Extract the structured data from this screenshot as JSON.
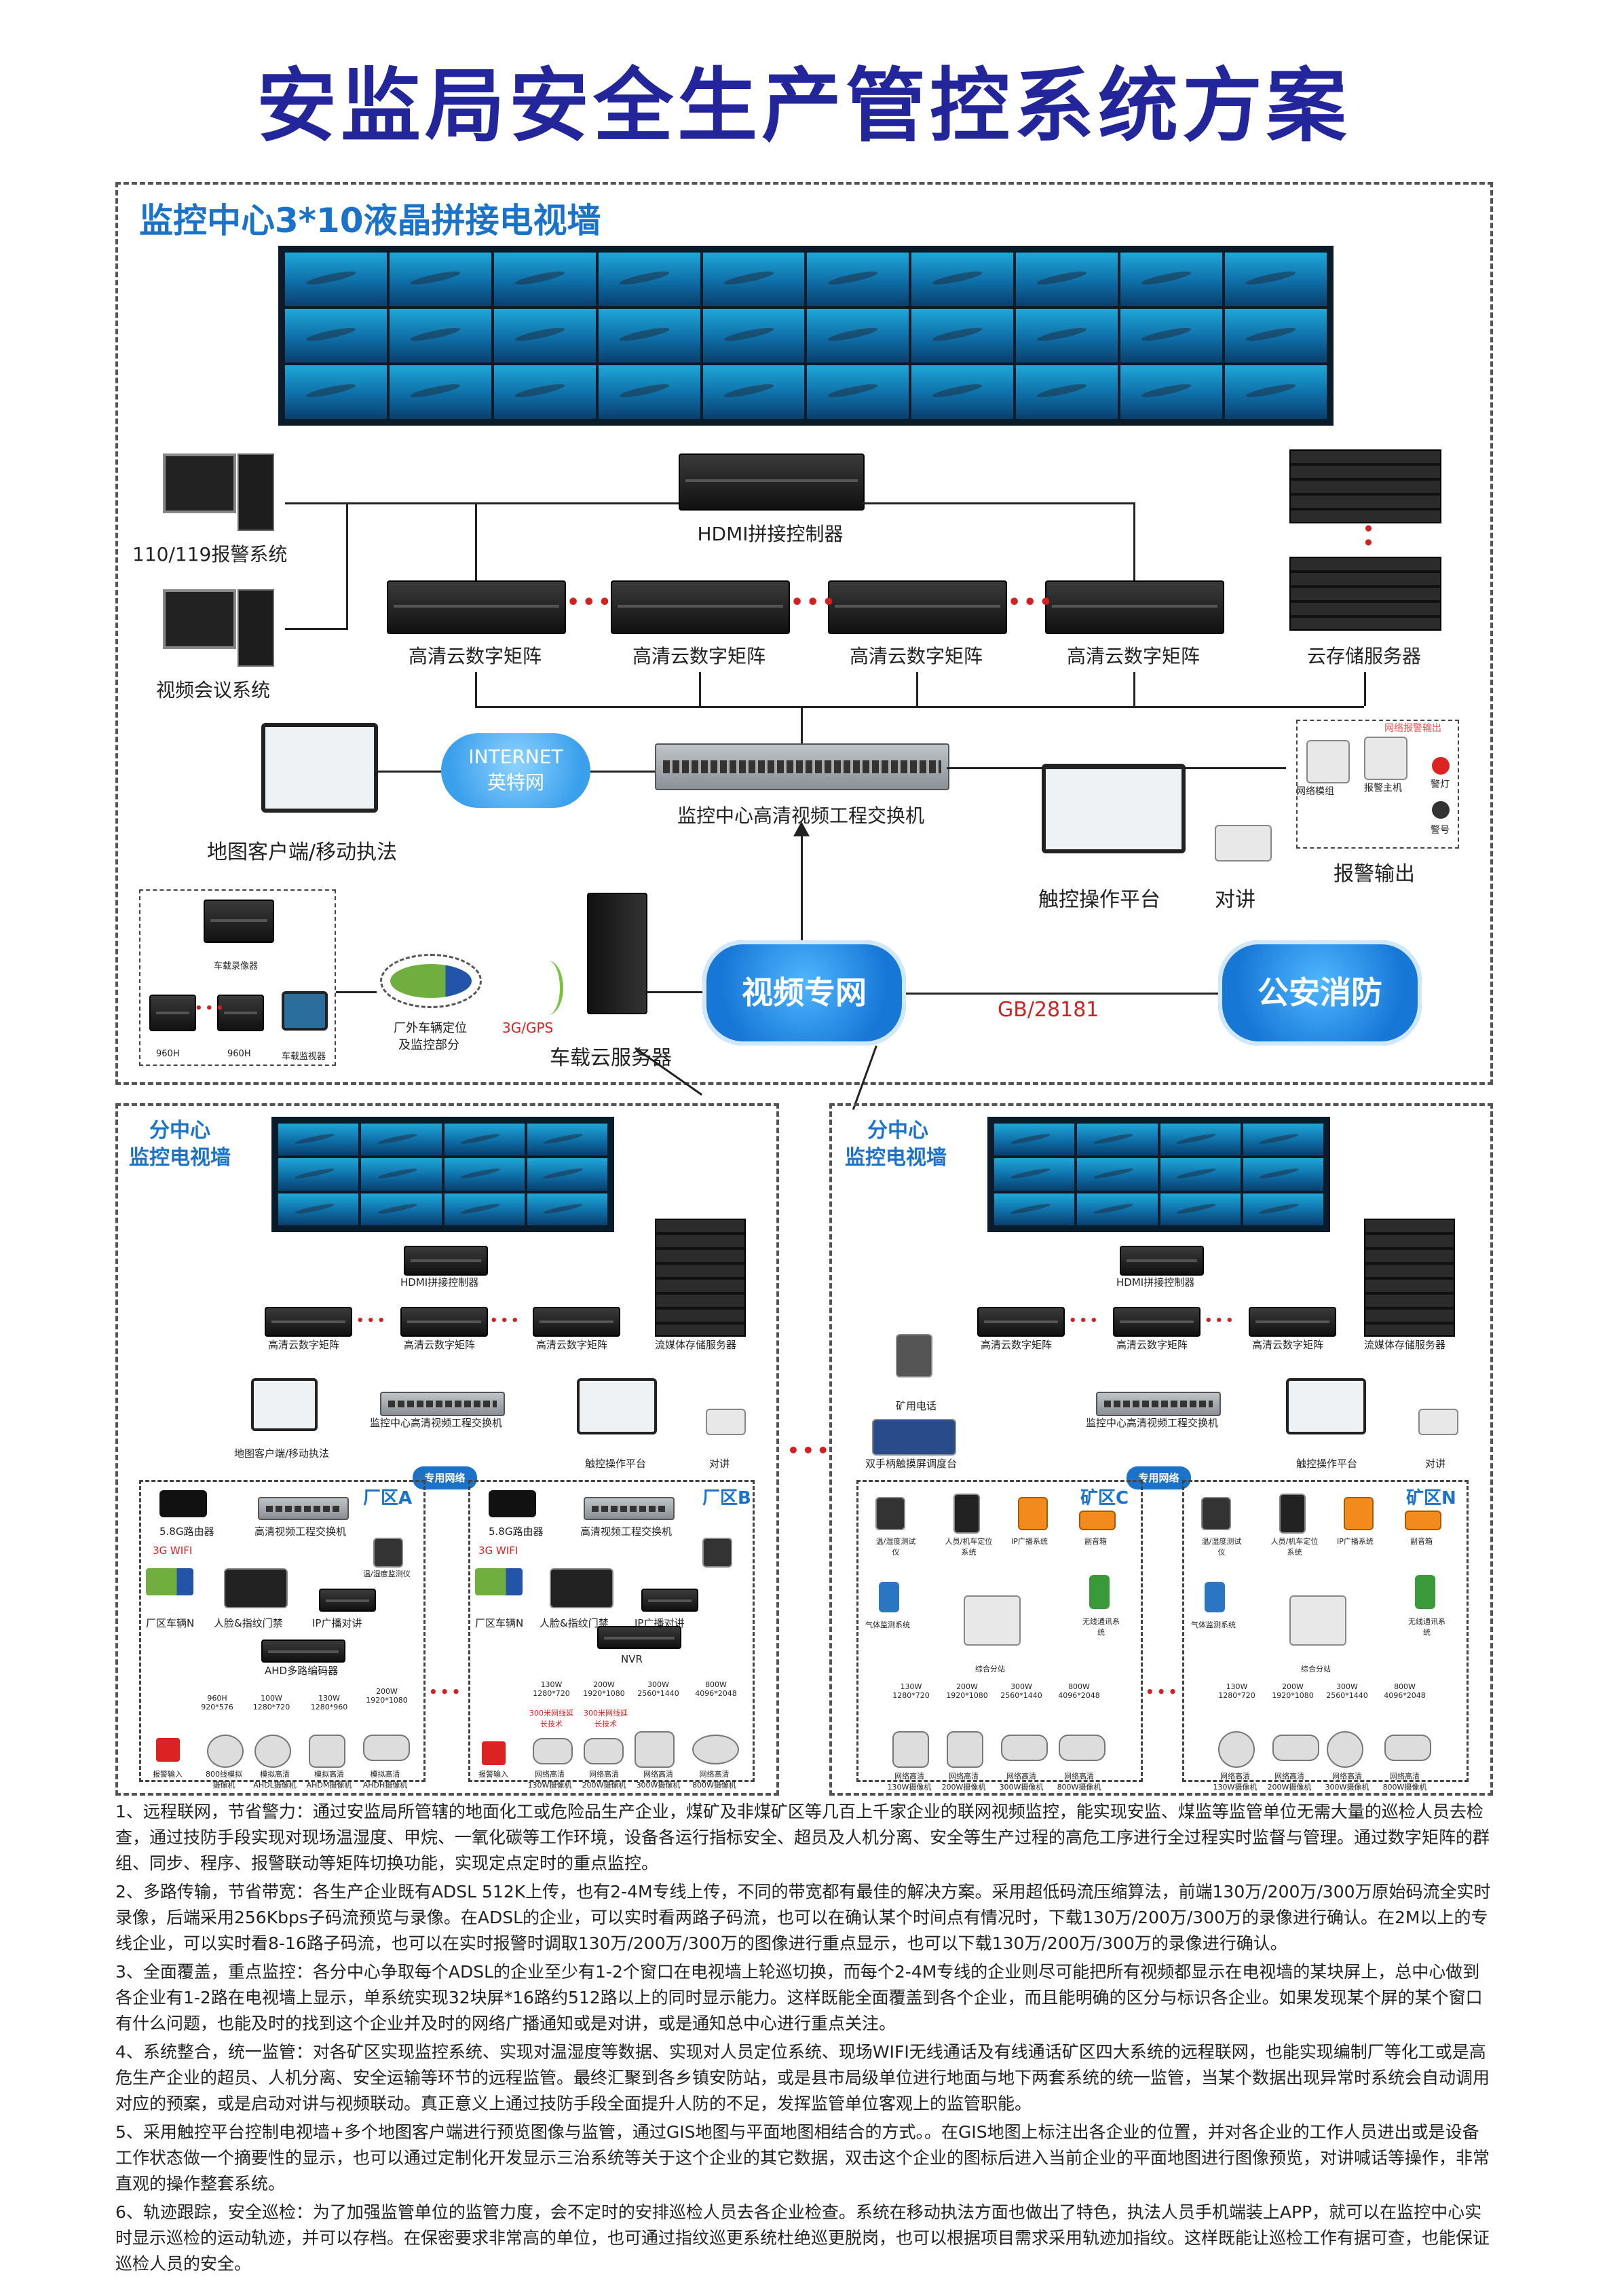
{
  "title": "安监局安全生产管控系统方案",
  "main": {
    "section_title": "监控中心3*10液晶拼接电视墙",
    "hdmi_controller": "HDMI拼接控制器",
    "pc1": "110/119报警系统",
    "pc2": "视频会议系统",
    "matrix": [
      "高清云数字矩阵",
      "高清云数字矩阵",
      "高清云数字矩阵",
      "高清云数字矩阵"
    ],
    "cloud_storage": "云存储服务器",
    "internet_line1": "INTERNET",
    "internet_line2": "英特网",
    "switch": "监控中心高清视频工程交换机",
    "map_client": "地图客户端/移动执法",
    "touch_platform": "触控操作平台",
    "intercom": "对讲",
    "alarm_output": "报警输出",
    "alarm_box_title": "网络报警输出",
    "alarm_items": [
      "网络模组",
      "报警主机",
      "警灯",
      "警号"
    ],
    "vehicle_label": "车载录像器",
    "cam_labels": [
      "960H",
      "960H",
      "车载监视器"
    ],
    "truck_label_1": "厂外车辆定位",
    "truck_label_2": "及监控部分",
    "gps": "3G/GPS",
    "vehicle_server": "车载云服务器",
    "video_net": "视频专网",
    "public_security": "公安消防",
    "gb": "GB/28181"
  },
  "sub_left": {
    "title_1": "分中心",
    "title_2": "监控电视墙",
    "hdmi": "HDMI拼接控制器",
    "matrix": [
      "高清云数字矩阵",
      "高清云数字矩阵",
      "高清云数字矩阵"
    ],
    "storage": "流媒体存储服务器",
    "switch": "监控中心高清视频工程交换机",
    "map": "地图客户端/移动执法",
    "touch": "触控操作平台",
    "intercom": "对讲",
    "net_tag": "专用网络",
    "area_a": "厂区A",
    "area_b": "厂区B",
    "a_router": "5.8G路由器",
    "a_switch": "高清视频工程交换机",
    "a_wifi": "3G WIFI",
    "a_car": "厂区车辆N",
    "a_face": "人脸&指纹门禁",
    "a_ip": "IP广播对讲",
    "a_temp": "温/湿度监测仪",
    "a_ahd": "AHD多路编码器",
    "a_nvr": "NVR",
    "a_res": [
      "960H 920*576",
      "100W 1280*720",
      "130W 1280*960",
      "200W 1920*1080"
    ],
    "b_res": [
      "130W 1280*720",
      "200W 1920*1080",
      "300W 2560*1440",
      "800W 4096*2048"
    ],
    "a_cams": [
      "报警输入",
      "800线模拟摄像机",
      "模拟高清AHDL摄像机",
      "模拟高清AHDM摄像机",
      "模拟高清AHDH摄像机"
    ],
    "b_cams": [
      "报警输入",
      "网络高清130W摄像机",
      "网络高清200W摄像机",
      "网络高清300W摄像机",
      "网络高清800W摄像机"
    ],
    "b_tag": "300米网线延长技术"
  },
  "sub_right": {
    "title_1": "分中心",
    "title_2": "监控电视墙",
    "hdmi": "HDMI拼接控制器",
    "matrix": [
      "高清云数字矩阵",
      "高清云数字矩阵",
      "高清云数字矩阵"
    ],
    "storage": "流媒体存储服务器",
    "switch": "监控中心高清视频工程交换机",
    "phone": "矿用电话",
    "console": "双手柄触摸屏调度台",
    "touch": "触控操作平台",
    "intercom": "对讲",
    "net_tag": "专用网络",
    "area_c": "矿区C",
    "area_n": "矿区N",
    "temp": "温/湿度测试仪",
    "locate": "人员/机车定位系统",
    "ip": "IP广播系统",
    "sub": "副音箱",
    "gas": "气体监测系统",
    "wireless": "无线通讯系统",
    "hub": "综合分站",
    "res": [
      "130W 1280*720",
      "200W 1920*1080",
      "300W 2560*1440",
      "800W 4096*2048"
    ],
    "cams": [
      "网络高清130W摄像机",
      "网络高清200W摄像机",
      "网络高清300W摄像机",
      "网络高清800W摄像机"
    ]
  },
  "notes": [
    "1、远程联网，节省警力：通过安监局所管辖的地面化工或危险品生产企业，煤矿及非煤矿区等几百上千家企业的联网视频监控，能实现安监、煤监等监管单位无需大量的巡检人员去检查，通过技防手段实现对现场温湿度、甲烷、一氧化碳等工作环境，设备各运行指标安全、超员及人机分离、安全等生产过程的高危工序进行全过程实时监督与管理。通过数字矩阵的群组、同步、程序、报警联动等矩阵切换功能，实现定点定时的重点监控。",
    "2、多路传输，节省带宽：各生产企业既有ADSL 512K上传，也有2-4M专线上传，不同的带宽都有最佳的解决方案。采用超低码流压缩算法，前端130万/200万/300万原始码流全实时录像，后端采用256Kbps子码流预览与录像。在ADSL的企业，可以实时看两路子码流，也可以在确认某个时间点有情况时，下载130万/200万/300万的录像进行确认。在2M以上的专线企业，可以实时看8-16路子码流，也可以在实时报警时调取130万/200万/300万的图像进行重点显示，也可以下载130万/200万/300万的录像进行确认。",
    "3、全面覆盖，重点监控：各分中心争取每个ADSL的企业至少有1-2个窗口在电视墙上轮巡切换，而每个2-4M专线的企业则尽可能把所有视频都显示在电视墙的某块屏上，总中心做到各企业有1-2路在电视墙上显示，单系统实现32块屏*16路约512路以上的同时显示能力。这样既能全面覆盖到各个企业，而且能明确的区分与标识各企业。如果发现某个屏的某个窗口有什么问题，也能及时的找到这个企业并及时的网络广播通知或是对讲，或是通知总中心进行重点关注。",
    "4、系统整合，统一监管：对各矿区实现监控系统、实现对温湿度等数据、实现对人员定位系统、现场WIFI无线通话及有线通话矿区四大系统的远程联网，也能实现编制厂等化工或是高危生产企业的超员、人机分离、安全运输等环节的远程监管。最终汇聚到各乡镇安防站，或是县市局级单位进行地面与地下两套系统的统一监管，当某个数据出现异常时系统会自动调用对应的预案，或是启动对讲与视频联动。真正意义上通过技防手段全面提升人防的不足，发挥监管单位客观上的监管职能。",
    "5、采用触控平台控制电视墙+多个地图客户端进行预览图像与监管，通过GIS地图与平面地图相结合的方式。。在GIS地图上标注出各企业的位置，并对各企业的工作人员进出或是设备工作状态做一个摘要性的显示，也可以通过定制化开发显示三治系统等关于这个企业的其它数据，双击这个企业的图标后进入当前企业的平面地图进行图像预览，对讲喊话等操作，非常直观的操作整套系统。",
    "6、轨迹跟踪，安全巡检：为了加强监管单位的监管力度，会不定时的安排巡检人员去各企业检查。系统在移动执法方面也做出了特色，执法人员手机端装上APP，就可以在监控中心实时显示巡检的运动轨迹，并可以存档。在保密要求非常高的单位，也可通过指纹巡更系统杜绝巡更脱岗，也可以根据项目需求采用轨迹加指纹。这样既能让巡检工作有据可查，也能保证巡检人员的安全。"
  ]
}
